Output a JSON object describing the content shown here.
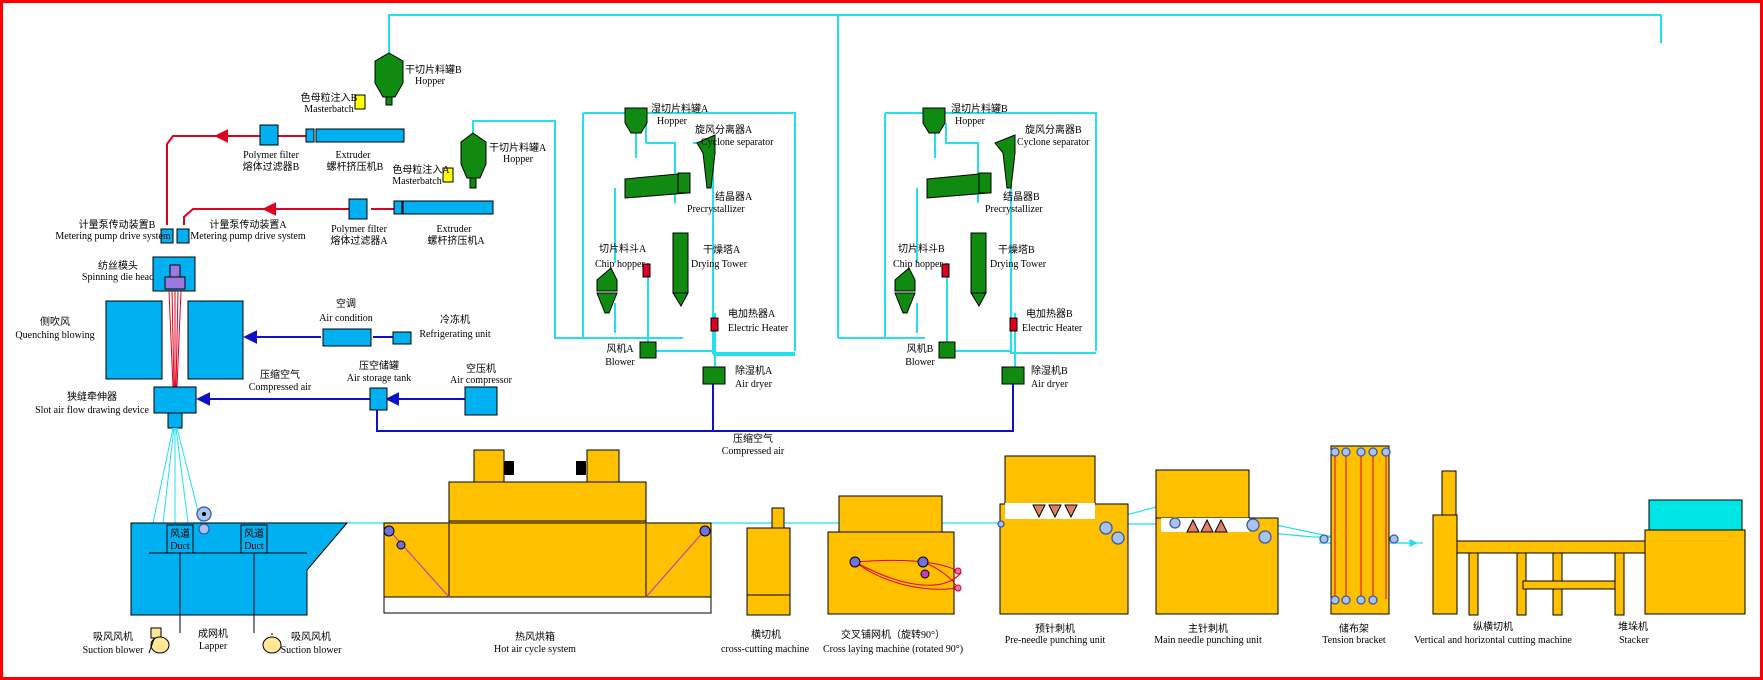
{
  "labels": {
    "hopperB": [
      "干切片料罐B",
      "Hopper"
    ],
    "masterbatchB": [
      "色母粒注入B",
      "Masterbatch"
    ],
    "polymerFilterB": [
      "Polymer filter",
      "熔体过滤器B"
    ],
    "extruderB": [
      "Extruder",
      "螺杆挤压机B"
    ],
    "hopperA": [
      "干切片料罐A",
      "Hopper"
    ],
    "masterbatchA": [
      "色母粒注入A",
      "Masterbatch"
    ],
    "polymerFilterA": [
      "Polymer filter",
      "熔体过滤器A"
    ],
    "extruderA": [
      "Extruder",
      "螺杆挤压机A"
    ],
    "meteringB": [
      "计量泵传动装置B",
      "Metering pump drive system"
    ],
    "meteringA": [
      "计量泵传动装置A",
      "Metering pump drive system"
    ],
    "spinning": [
      "纺丝模头",
      "Spinning die head"
    ],
    "quenching": [
      "侧吹风",
      "Quenching blowing"
    ],
    "airCondition": [
      "空调",
      "Air condition"
    ],
    "refrigerating": [
      "冷冻机",
      "Refrigerating unit"
    ],
    "compressedAir1": [
      "压缩空气",
      "Compressed air"
    ],
    "airStorage": [
      "压空储罐",
      "Air storage tank"
    ],
    "airCompressor": [
      "空压机",
      "Air compressor"
    ],
    "slotAir": [
      "狭缝牵伸器",
      "Slot air flow drawing device"
    ],
    "compressedAir2": [
      "压缩空气",
      "Compressed air"
    ],
    "wetHopperA": [
      "湿切片料罐A",
      "Hopper"
    ],
    "cycloneA": [
      "旋风分离器A",
      "Cyclone separator"
    ],
    "crystA": [
      "结晶器A",
      "Precrystallizer"
    ],
    "chipHopperA": [
      "切片料斗A",
      "Chip hopper"
    ],
    "dryingA": [
      "干燥塔A",
      "Drying Tower"
    ],
    "heaterA": [
      "电加热器A",
      "Electric Heater"
    ],
    "blowerA": [
      "风机A",
      "Blower"
    ],
    "dryerA": [
      "除湿机A",
      "Air dryer"
    ],
    "wetHopperB": [
      "湿切片料罐B",
      "Hopper"
    ],
    "cycloneB": [
      "旋风分离器B",
      "Cyclone separator"
    ],
    "crystB": [
      "结晶器B",
      "Precrystallizer"
    ],
    "chipHopperB": [
      "切片料斗B",
      "Chip hopper"
    ],
    "dryingB": [
      "干燥塔B",
      "Drying Tower"
    ],
    "heaterB": [
      "电加热器B",
      "Electric Heater"
    ],
    "blowerB": [
      "风机B",
      "Blower"
    ],
    "dryerB": [
      "除湿机B",
      "Air dryer"
    ],
    "duct1": [
      "风道",
      "Duct"
    ],
    "duct2": [
      "风道",
      "Duct"
    ],
    "suction1": [
      "吸风风机",
      "Suction blower"
    ],
    "lapper": [
      "成网机",
      "Lapper"
    ],
    "suction2": [
      "吸风风机",
      "Suction blower"
    ],
    "hotAir": [
      "热风烘箱",
      "Hot air cycle system"
    ],
    "crossCut": [
      "横切机",
      "cross-cutting machine"
    ],
    "crossLay": [
      "交叉铺网机（旋转90°）",
      "Cross laying machine (rotated 90°)"
    ],
    "preNeedle": [
      "预针刺机",
      "Pre-needle punching unit"
    ],
    "mainNeedle": [
      "主针刺机",
      "Main needle punching unit"
    ],
    "tension": [
      "储布架",
      "Tension bracket"
    ],
    "vhCut": [
      "纵横切机",
      "Vertical and horizontal cutting machine"
    ],
    "stacker": [
      "堆垛机",
      "Stacker"
    ]
  },
  "colors": {
    "equipment": "#ffc000",
    "process_blue": "#00b0f0",
    "dryer_green": "#108a10",
    "cyan_line": "#22e0f0",
    "air_line": "#1010c8",
    "polymer_line": "#e00020",
    "frame": "#ff0000"
  }
}
